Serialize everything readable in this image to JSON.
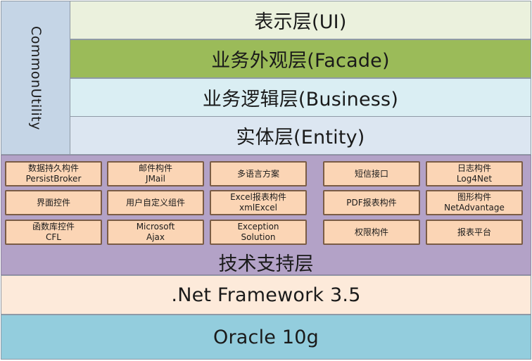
{
  "side": {
    "common_utility": "CommonUtility"
  },
  "layers": {
    "ui": "表示层(UI)",
    "facade": "业务外观层(Facade)",
    "business": "业务逻辑层(Business)",
    "entity": "实体层(Entity)",
    "tech_support": "技术支持层",
    "dotnet": ".Net Framework 3.5",
    "oracle": "Oracle 10g"
  },
  "components": [
    [
      "数据持久构件",
      "PersistBroker"
    ],
    [
      "邮件构件",
      "JMail"
    ],
    [
      "多语言方案"
    ],
    [
      "短信接口"
    ],
    [
      "日志构件",
      "Log4Net"
    ],
    [
      "界面控件"
    ],
    [
      "用户自定义组件"
    ],
    [
      "Excel报表构件",
      "xmlExcel"
    ],
    [
      "PDF报表构件"
    ],
    [
      "图形构件",
      "NetAdvantage"
    ],
    [
      "函数库控件",
      "CFL"
    ],
    [
      "Microsoft",
      "Ajax"
    ],
    [
      "Exception",
      "Solution"
    ],
    [
      "权限构件"
    ],
    [
      "报表平台"
    ]
  ],
  "colors": {
    "common_utility": "#c5d5e6",
    "ui": "#ebf1dd",
    "facade": "#9bbb59",
    "business": "#daeef3",
    "entity": "#dce6f1",
    "tech_support": "#b3a2c7",
    "component": "#fbd5b5",
    "dotnet": "#fdeada",
    "oracle": "#93cddd"
  }
}
